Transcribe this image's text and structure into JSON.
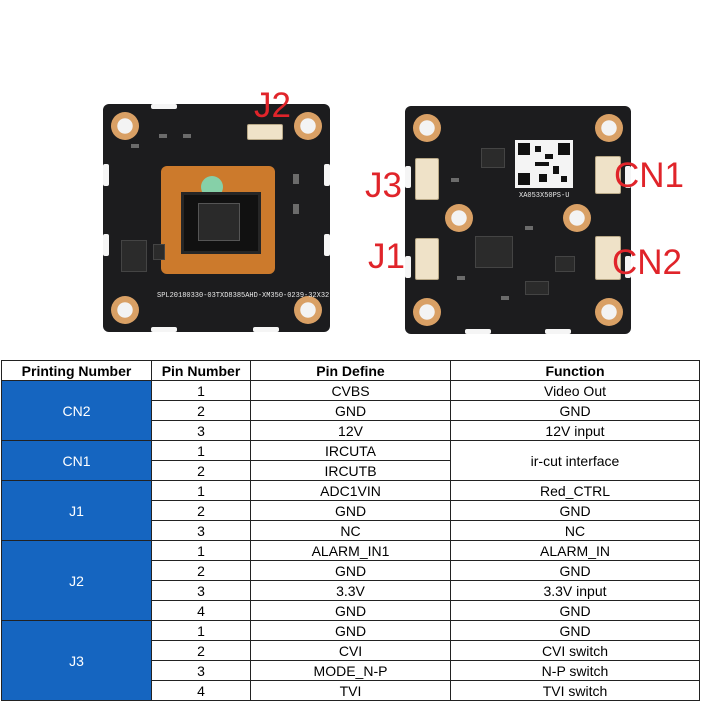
{
  "callouts": {
    "j2": "J2",
    "j3": "J3",
    "j1": "J1",
    "cn1": "CN1",
    "cn2": "CN2"
  },
  "board_silkscreen": {
    "left_bottom": "SPL20180330-03TXD8385AHD-XM350-0239-32X32",
    "right_qr_text": "XA053X50PS-U"
  },
  "table": {
    "headers": [
      "Printing Number",
      "Pin Number",
      "Pin Define",
      "Function"
    ],
    "groups": [
      {
        "name": "CN2",
        "rows": [
          {
            "pin": "1",
            "define": "CVBS",
            "function": "Video Out"
          },
          {
            "pin": "2",
            "define": "GND",
            "function": "GND"
          },
          {
            "pin": "3",
            "define": "12V",
            "function": "12V input"
          }
        ]
      },
      {
        "name": "CN1",
        "merged_function": "ir-cut interface",
        "rows": [
          {
            "pin": "1",
            "define": "IRCUTA"
          },
          {
            "pin": "2",
            "define": "IRCUTB"
          }
        ]
      },
      {
        "name": "J1",
        "rows": [
          {
            "pin": "1",
            "define": "ADC1VIN",
            "function": "Red_CTRL"
          },
          {
            "pin": "2",
            "define": "GND",
            "function": "GND"
          },
          {
            "pin": "3",
            "define": "NC",
            "function": "NC"
          }
        ]
      },
      {
        "name": "J2",
        "rows": [
          {
            "pin": "1",
            "define": "ALARM_IN1",
            "function": "ALARM_IN"
          },
          {
            "pin": "2",
            "define": "GND",
            "function": "GND"
          },
          {
            "pin": "3",
            "define": "3.3V",
            "function": "3.3V input"
          },
          {
            "pin": "4",
            "define": "GND",
            "function": "GND"
          }
        ]
      },
      {
        "name": "J3",
        "rows": [
          {
            "pin": "1",
            "define": "GND",
            "function": "GND"
          },
          {
            "pin": "2",
            "define": "CVI",
            "function": "CVI switch"
          },
          {
            "pin": "3",
            "define": "MODE_N-P",
            "function": "N-P switch"
          },
          {
            "pin": "4",
            "define": "TVI",
            "function": "TVI switch"
          }
        ]
      }
    ]
  },
  "colors": {
    "group_cell": "#1565c0",
    "callout": "#e0242a",
    "pcb": "#1c1c1e"
  }
}
